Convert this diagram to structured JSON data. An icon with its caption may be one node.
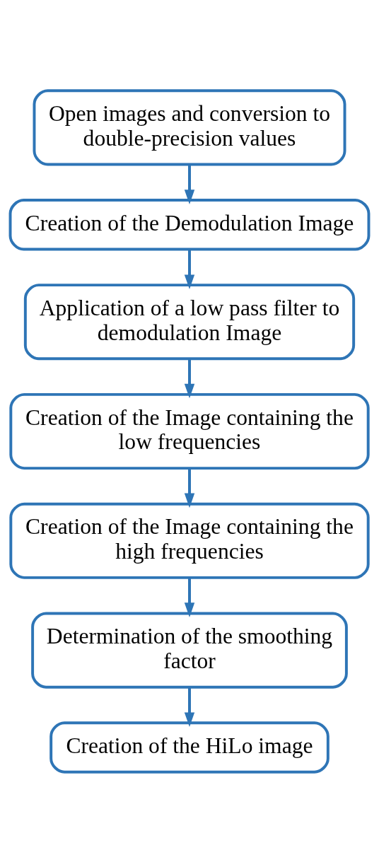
{
  "diagram": {
    "nodes": [
      {
        "text": [
          "Open images and conversion to double-precision values"
        ]
      },
      {
        "text": [
          "Creation of the Demodulation Image"
        ]
      },
      {
        "text": [
          "Application of a low pass filter to demodulation Image"
        ]
      },
      {
        "text": [
          "Creation of the Image containing the low frequencies"
        ]
      },
      {
        "text": [
          "Creation of the Image containing the high frequencies"
        ]
      },
      {
        "text": [
          "Determination of the smoothing factor"
        ]
      },
      {
        "text": [
          "Creation of the HiLo image"
        ]
      }
    ],
    "edges": [
      {
        "from": 0,
        "to": 1,
        "arrow": "to"
      },
      {
        "from": 1,
        "to": 2,
        "arrow": "to"
      },
      {
        "from": 2,
        "to": 3,
        "arrow": "to"
      },
      {
        "from": 3,
        "to": 4,
        "arrow": "to"
      },
      {
        "from": 4,
        "to": 5,
        "arrow": "to"
      },
      {
        "from": 5,
        "to": 6,
        "arrow": "to"
      }
    ]
  }
}
